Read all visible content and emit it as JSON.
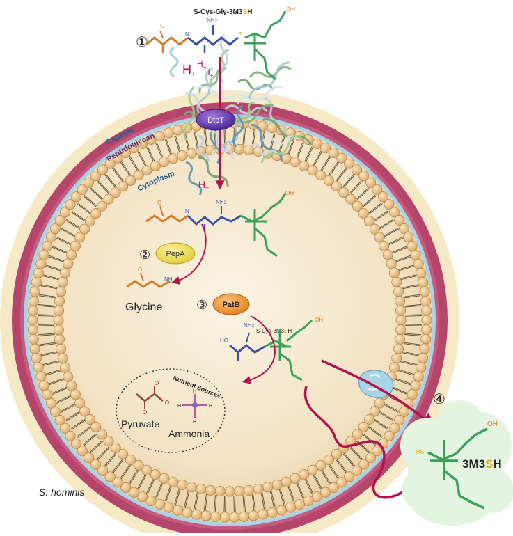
{
  "steps": [
    "①",
    "②",
    "③",
    "④"
  ],
  "compounds": {
    "top_label": "S-Cys-Gly-3M3",
    "top_label_s": "S",
    "top_label_h": "H",
    "glycine": "Glycine",
    "cys_label": "S-Cys-3M3",
    "cys_label_s": "S",
    "cys_label_h": "H",
    "product_prefix": "3M3",
    "product_s": "S",
    "product_h": "H",
    "hs": "HS",
    "oh": "OH",
    "nh2": "NH",
    "nh2_sub": "2",
    "ho": "HO",
    "o": "O",
    "n": "N",
    "nh": "NH"
  },
  "ions": {
    "h": "H",
    "plus": "+"
  },
  "proteins": {
    "transporter": "DtpT",
    "pepa": "PepA",
    "patb": "PatB"
  },
  "layers": {
    "capsule": "Capsule",
    "peptidoglycan": "Peptidoglycan",
    "cytoplasm": "Cytoplasm"
  },
  "nutrients": {
    "title": "Nutrient Sources",
    "pyruvate": "Pyruvate",
    "ammonia": "Ammonia"
  },
  "organism": "S. hominis",
  "colors": {
    "capsule": "#f6e9c6",
    "peptidoglycan": "#b5456b",
    "membrane_blue": "#a9d4e8",
    "lipid_head": "#f0c88e",
    "cytoplasm": "#f4e6cc",
    "arrow": "#b3124f",
    "glycine_chain": "#d47a2a",
    "cys_chain": "#3b4fa5",
    "thiol_chain": "#3aa05a",
    "dtpt": "#6a3fb8",
    "pepa": "#f2e05b",
    "patb": "#f09a3c",
    "product_cloud": "#e3f5e0",
    "sulfur": "#e4b100"
  }
}
